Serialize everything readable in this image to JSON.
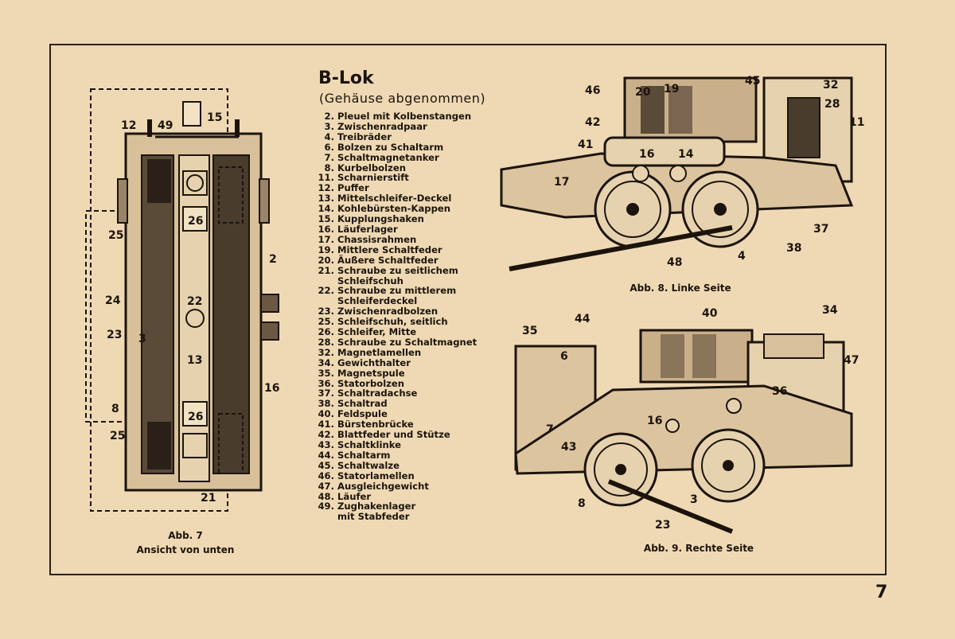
{
  "title": "B-Lok",
  "subtitle": "(Gehäuse abgenommen)",
  "parts": [
    {
      "num": "2.",
      "name": "Pleuel mit Kolbenstangen"
    },
    {
      "num": "3.",
      "name": "Zwischenradpaar"
    },
    {
      "num": "4.",
      "name": "Treibräder"
    },
    {
      "num": "6.",
      "name": "Bolzen zu Schaltarm"
    },
    {
      "num": "7.",
      "name": "Schaltmagnetanker"
    },
    {
      "num": "8.",
      "name": "Kurbelbolzen"
    },
    {
      "num": "11.",
      "name": "Scharnierstift"
    },
    {
      "num": "12.",
      "name": "Puffer"
    },
    {
      "num": "13.",
      "name": "Mittelschleifer-Deckel"
    },
    {
      "num": "14.",
      "name": "Kohlebürsten-Kappen"
    },
    {
      "num": "15.",
      "name": "Kupplungshaken"
    },
    {
      "num": "16.",
      "name": "Läuferlager"
    },
    {
      "num": "17.",
      "name": "Chassisrahmen"
    },
    {
      "num": "19.",
      "name": "Mittlere Schaltfeder"
    },
    {
      "num": "20.",
      "name": "Äußere Schaltfeder"
    },
    {
      "num": "21.",
      "name": "Schraube zu seitlichem",
      "cont": "Schleifschuh"
    },
    {
      "num": "22.",
      "name": "Schraube zu mittlerem",
      "cont": "Schleiferdeckel"
    },
    {
      "num": "23.",
      "name": "Zwischenradbolzen"
    },
    {
      "num": "25.",
      "name": "Schleifschuh, seitlich"
    },
    {
      "num": "26.",
      "name": "Schleifer, Mitte"
    },
    {
      "num": "28.",
      "name": "Schraube zu Schaltmagnet"
    },
    {
      "num": "32.",
      "name": "Magnetlamellen"
    },
    {
      "num": "34.",
      "name": "Gewichthalter"
    },
    {
      "num": "35.",
      "name": "Magnetspule"
    },
    {
      "num": "36.",
      "name": "Statorbolzen"
    },
    {
      "num": "37.",
      "name": "Schaltradachse"
    },
    {
      "num": "38.",
      "name": "Schaltrad"
    },
    {
      "num": "40.",
      "name": "Feldspule"
    },
    {
      "num": "41.",
      "name": "Bürstenbrücke"
    },
    {
      "num": "42.",
      "name": "Blattfeder und Stütze"
    },
    {
      "num": "43.",
      "name": "Schaltklinke"
    },
    {
      "num": "44.",
      "name": "Schaltarm"
    },
    {
      "num": "45.",
      "name": "Schaltwalze"
    },
    {
      "num": "46.",
      "name": "Statorlamellen"
    },
    {
      "num": "47.",
      "name": "Ausgleichgewicht"
    },
    {
      "num": "48.",
      "name": "Läufer"
    },
    {
      "num": "49.",
      "name": "Zughakenlager",
      "cont": "mit Stabfeder"
    }
  ],
  "fig7": {
    "caption1": "Abb. 7",
    "caption2": "Ansicht von unten",
    "labels": [
      "12",
      "49",
      "15",
      "2",
      "25",
      "24",
      "23",
      "3",
      "22",
      "13",
      "16",
      "8",
      "25",
      "21",
      "26",
      "26"
    ]
  },
  "fig8": {
    "caption": "Abb. 8. Linke Seite",
    "labels": [
      "46",
      "42",
      "41",
      "20",
      "19",
      "45",
      "32",
      "28",
      "11",
      "16",
      "14",
      "17",
      "48",
      "4",
      "38",
      "37"
    ]
  },
  "fig9": {
    "caption": "Abb. 9. Rechte Seite",
    "labels": [
      "35",
      "44",
      "40",
      "34",
      "47",
      "6",
      "36",
      "16",
      "7",
      "43",
      "8",
      "23",
      "3"
    ]
  },
  "page_number": "7",
  "colors": {
    "paper": "#efd9b4",
    "ink": "#1c140c"
  }
}
